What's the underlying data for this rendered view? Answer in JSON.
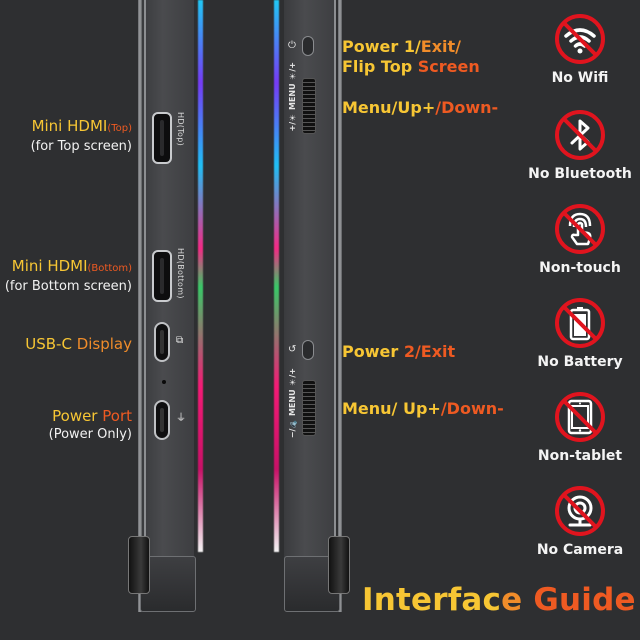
{
  "left_callouts": [
    {
      "main": "Mini HDMI",
      "tag": "(Top)",
      "sub": "(for Top screen)"
    },
    {
      "main": "Mini HDMI",
      "tag": "(Bottom)",
      "sub": "(for Bottom screen)"
    },
    {
      "main_a": "USB-C ",
      "main_b": "Display"
    },
    {
      "main_a": "Power ",
      "main_b": "Port",
      "sub": "(Power Only)"
    }
  ],
  "right_callouts": [
    {
      "a": "Power 1/",
      "b": "Exit/",
      "line2_a": "Flip Top ",
      "line2_b": "Screen"
    },
    {
      "a": "Menu/Up+",
      "b": "/Down-"
    },
    {
      "a": "Power ",
      "b": "2/Exit"
    },
    {
      "a": "Menu/ Up+",
      "b": "/Down-"
    }
  ],
  "port_labels": {
    "hdmi_top": "HD(Top)",
    "hdmi_bottom": "HD(Bottom)",
    "rocker_top": "+/☀ MENU ☀/+",
    "rocker_bottom": "−/🔈 MENU ☀/+"
  },
  "features": [
    {
      "icon": "wifi-icon",
      "label": "No Wifi"
    },
    {
      "icon": "bluetooth-icon",
      "label": "No Bluetooth"
    },
    {
      "icon": "touch-icon",
      "label": "Non-touch"
    },
    {
      "icon": "battery-icon",
      "label": "No Battery"
    },
    {
      "icon": "tablet-icon",
      "label": "Non-tablet"
    },
    {
      "icon": "camera-icon",
      "label": "No Camera"
    }
  ],
  "title": {
    "a": "Interfac",
    "b": "e ",
    "c": "Guide"
  },
  "colors": {
    "background": "#2e2f31",
    "yellow": "#f7c634",
    "orange": "#f08c2a",
    "red_orange": "#ee5a22",
    "prohibit_red": "#e0141e"
  }
}
